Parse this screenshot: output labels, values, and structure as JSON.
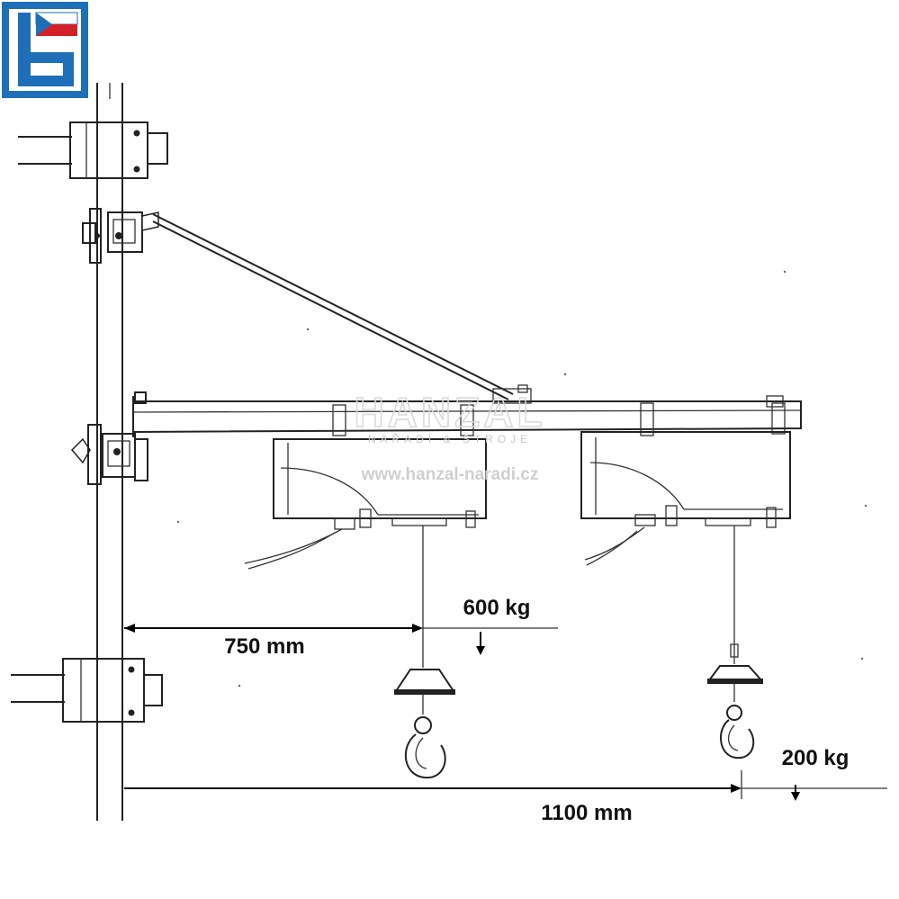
{
  "brand": {
    "logo_colors": {
      "blue": "#1e6fb8",
      "red": "#d4202a",
      "white": "#ffffff"
    },
    "watermark_name": "HANZAL",
    "watermark_tagline": "NÁŘADÍ & STROJE",
    "watermark_url": "www.hanzal-naradi.cz"
  },
  "dimensions": {
    "near_distance": "750 mm",
    "near_load": "600 kg",
    "far_distance": "1100 mm",
    "far_load": "200 kg"
  }
}
